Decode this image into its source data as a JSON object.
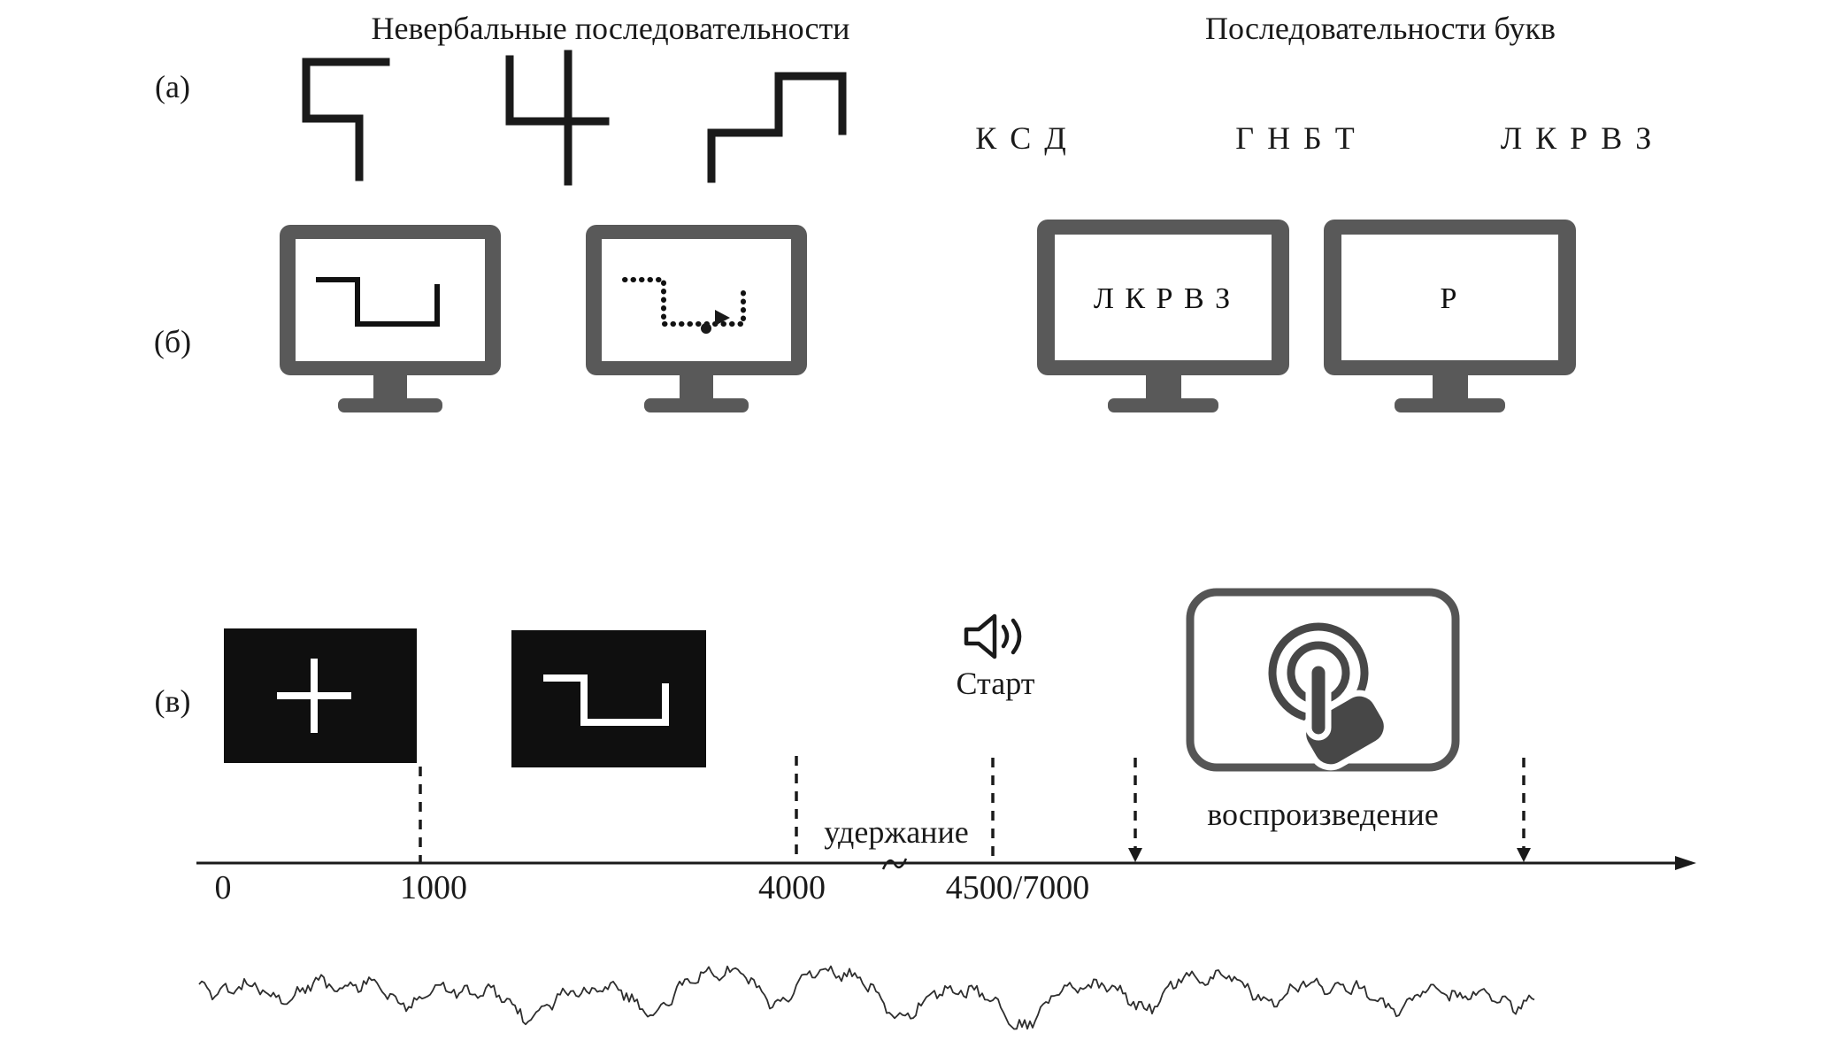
{
  "colors": {
    "background": "#ffffff",
    "ink": "#1a1a1a",
    "monitor_gray": "#595959",
    "screen_black": "#0f0f0f",
    "icon_gray": "#474747"
  },
  "titles": {
    "nonverbal": "Невербальные последовательности",
    "letters": "Последовательности букв"
  },
  "row_labels": {
    "a": "(а)",
    "b": "(б)",
    "v": "(в)"
  },
  "letter_sequences": [
    "К С Д",
    "Г Н Б Т",
    "Л К Р В З"
  ],
  "monitors": {
    "letters_full": "Л К Р В З",
    "letter_probe": "Р"
  },
  "timeline": {
    "start_label": "Старт",
    "retention_label": "удержание",
    "reproduction_label": "воспроизведение",
    "ticks": [
      "0",
      "1000",
      "4000",
      "4500/7000"
    ]
  },
  "icons": {
    "speaker": "speaker-icon",
    "touch": "touch-tap-icon"
  }
}
